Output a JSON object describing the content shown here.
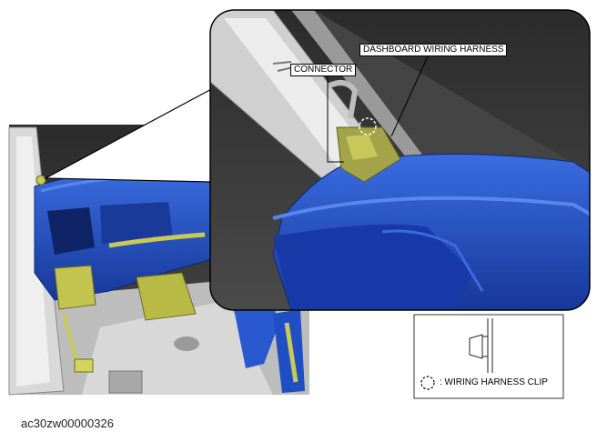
{
  "callouts": {
    "dashboard_wiring_harness": "DASHBOARD WIRING HARNESS",
    "connector": "CONNECTOR"
  },
  "legend": {
    "clip_label": ": WIRING HARNESS CLIP"
  },
  "figure_code": "ac30zw00000326",
  "colors": {
    "dashboard_blue": "#1f4fc4",
    "harness_yellow": "#b8b84a",
    "background_dark": "#3a3a3a",
    "outline": "#000000"
  }
}
